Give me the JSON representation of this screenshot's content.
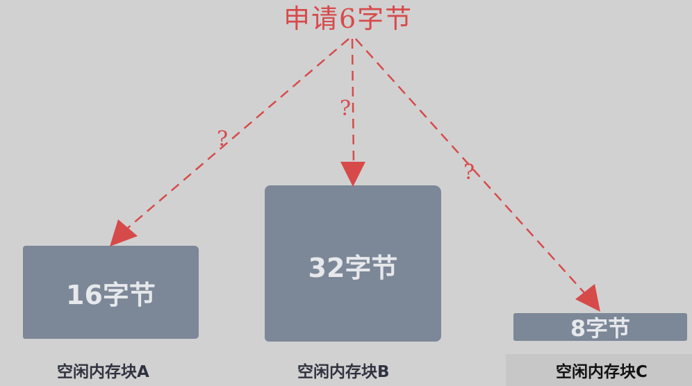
{
  "title": "申请6字节",
  "arrows": [
    {
      "label": "?"
    },
    {
      "label": "?"
    },
    {
      "label": "?"
    }
  ],
  "blocks": [
    {
      "size_label": "16字节",
      "caption": "空闲内存块A"
    },
    {
      "size_label": "32字节",
      "caption": "空闲内存块B"
    },
    {
      "size_label": "8字节",
      "caption": "空闲内存块C"
    }
  ],
  "colors": {
    "background": "#d1d1d1",
    "accent": "#d74a4a",
    "block": "#7c8797",
    "block_text": "#e6e8eb",
    "caption_text": "#2f3440"
  }
}
